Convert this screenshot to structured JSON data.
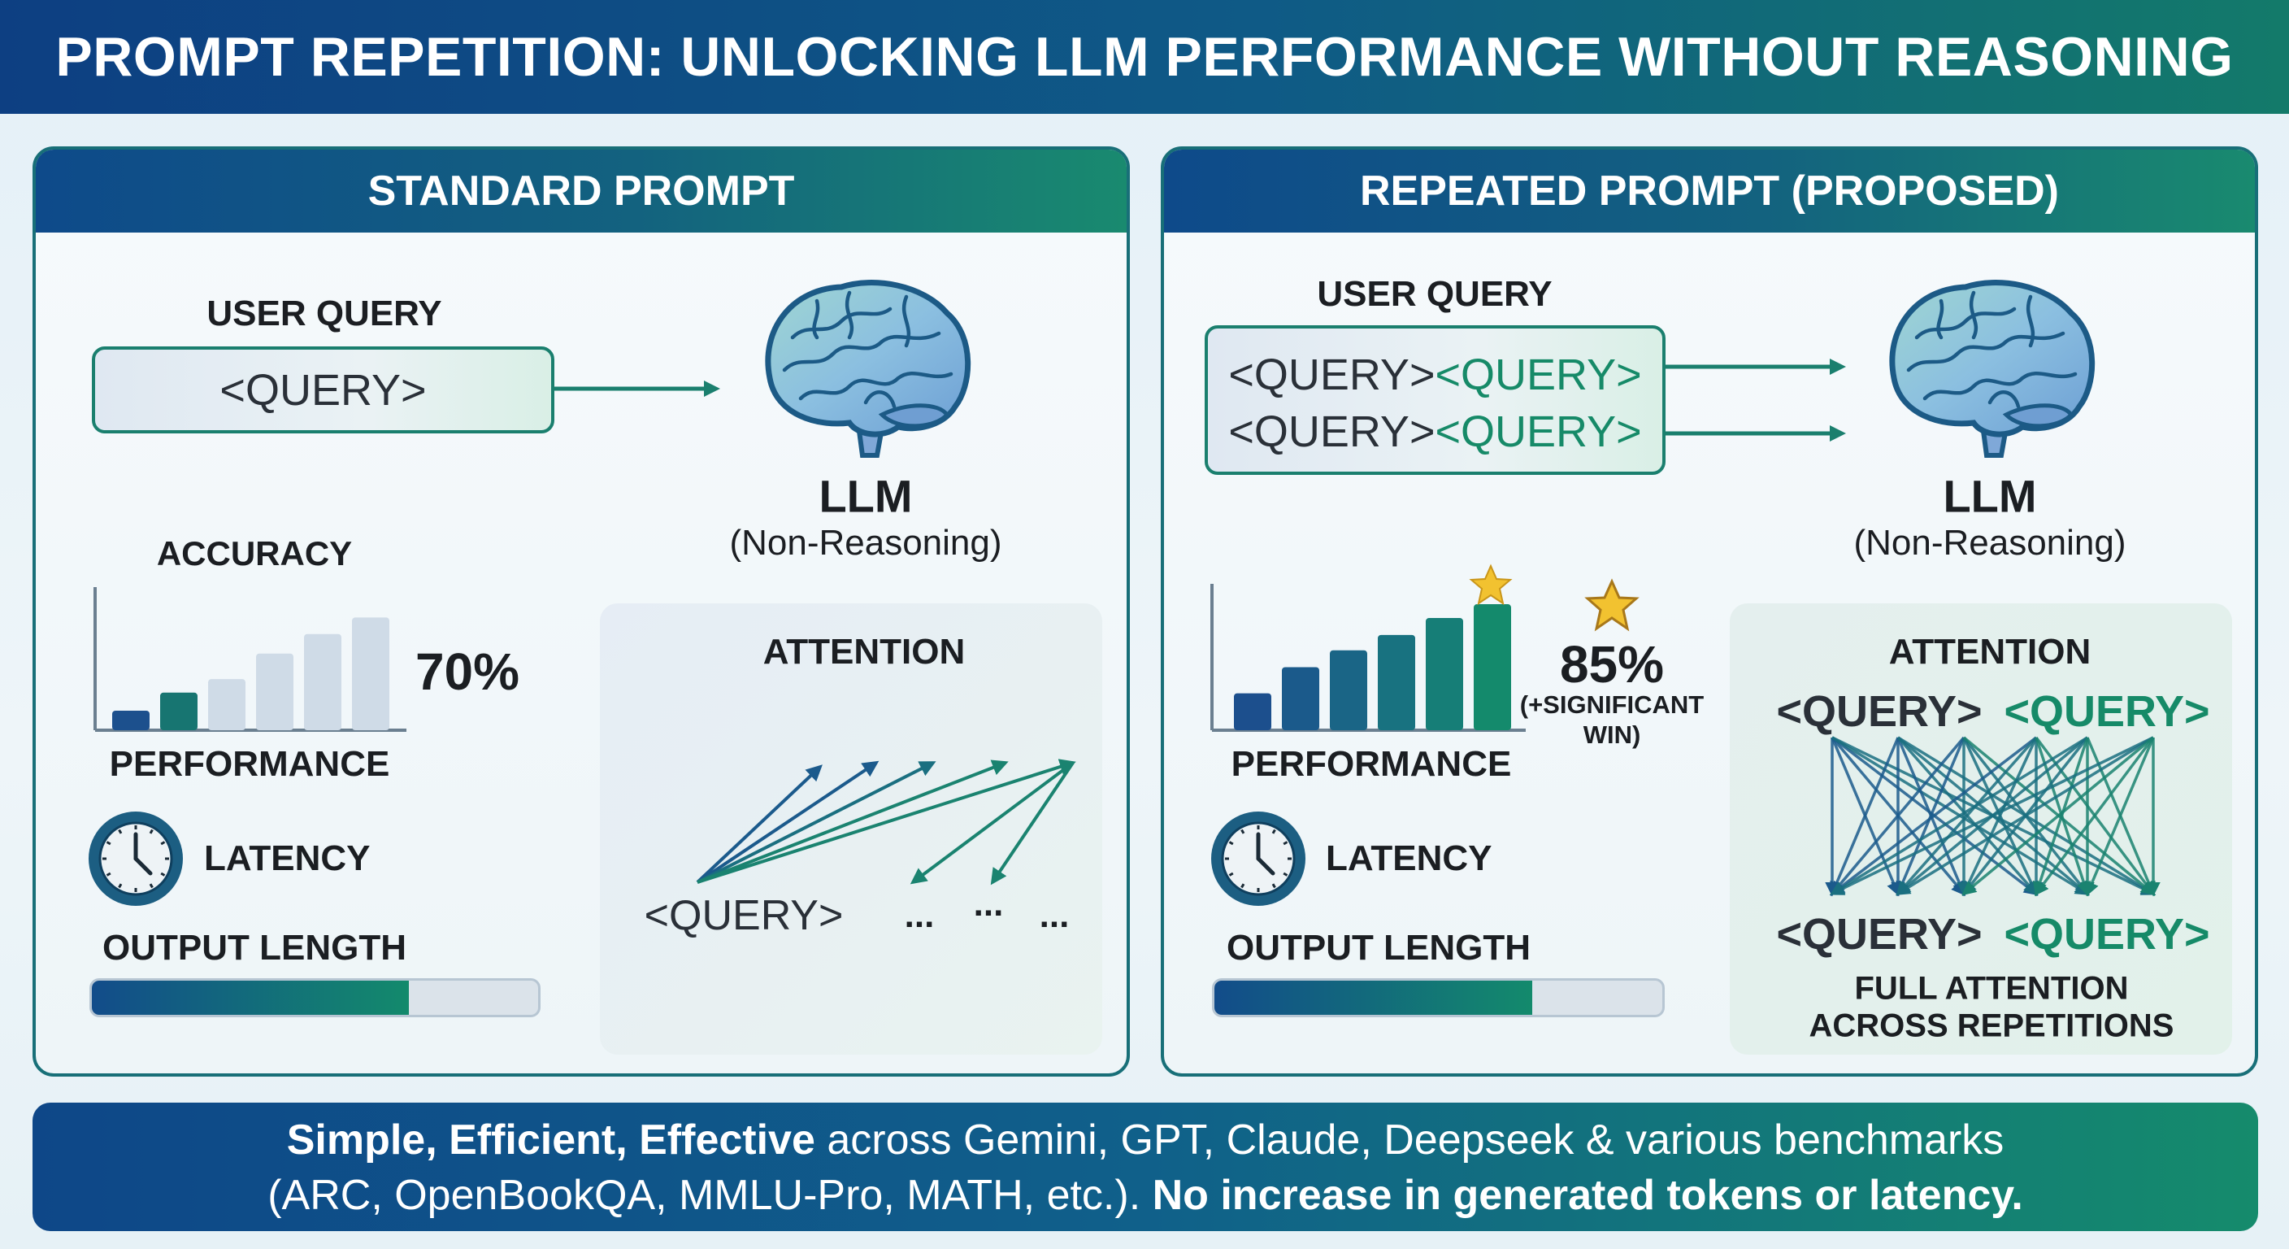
{
  "title": "PROMPT REPETITION: UNLOCKING LLM PERFORMANCE WITHOUT REASONING",
  "colors": {
    "blue": "#0e4a8a",
    "teal": "#168a68",
    "border": "#186f78",
    "star": "#f2c230"
  },
  "standard": {
    "header": "STANDARD PROMPT",
    "user_query_label": "USER QUERY",
    "query": "<QUERY>",
    "llm_label": "LLM",
    "llm_sub": "(Non-Reasoning)",
    "accuracy_label": "ACCURACY",
    "accuracy_value": "70%",
    "accuracy_bars": [
      13,
      25,
      34,
      51,
      64,
      75
    ],
    "performance_label": "PERFORMANCE",
    "latency_label": "LATENCY",
    "output_length_label": "OUTPUT LENGTH",
    "output_length_fraction": 0.71,
    "attention_label": "ATTENTION",
    "attention_query": "<QUERY>",
    "ellipsis": "..."
  },
  "repeated": {
    "header": "REPEATED PROMPT (PROPOSED)",
    "user_query_label": "USER QUERY",
    "query_a": "<QUERY>",
    "query_b": "<QUERY>",
    "llm_label": "LLM",
    "llm_sub": "(Non-Reasoning)",
    "accuracy_value": "85%",
    "accuracy_note_1": "(+SIGNIFICANT",
    "accuracy_note_2": "WIN)",
    "accuracy_bars": [
      24,
      41,
      52,
      62,
      73,
      82
    ],
    "performance_label": "PERFORMANCE",
    "latency_label": "LATENCY",
    "output_length_label": "OUTPUT LENGTH",
    "output_length_fraction": 0.71,
    "attention_label": "ATTENTION",
    "attention_query_a": "<QUERY>",
    "attention_query_b": "<QUERY>",
    "attention_caption_1": "FULL ATTENTION",
    "attention_caption_2": "ACROSS REPETITIONS"
  },
  "banner": {
    "line1_bold": "Simple, Efficient, Effective",
    "line1_rest": " across Gemini, GPT, Claude, Deepseek & various benchmarks",
    "line2_rest": "(ARC, OpenBookQA, MMLU-Pro, MATH, etc.). ",
    "line2_bold": "No increase in generated tokens or latency."
  }
}
